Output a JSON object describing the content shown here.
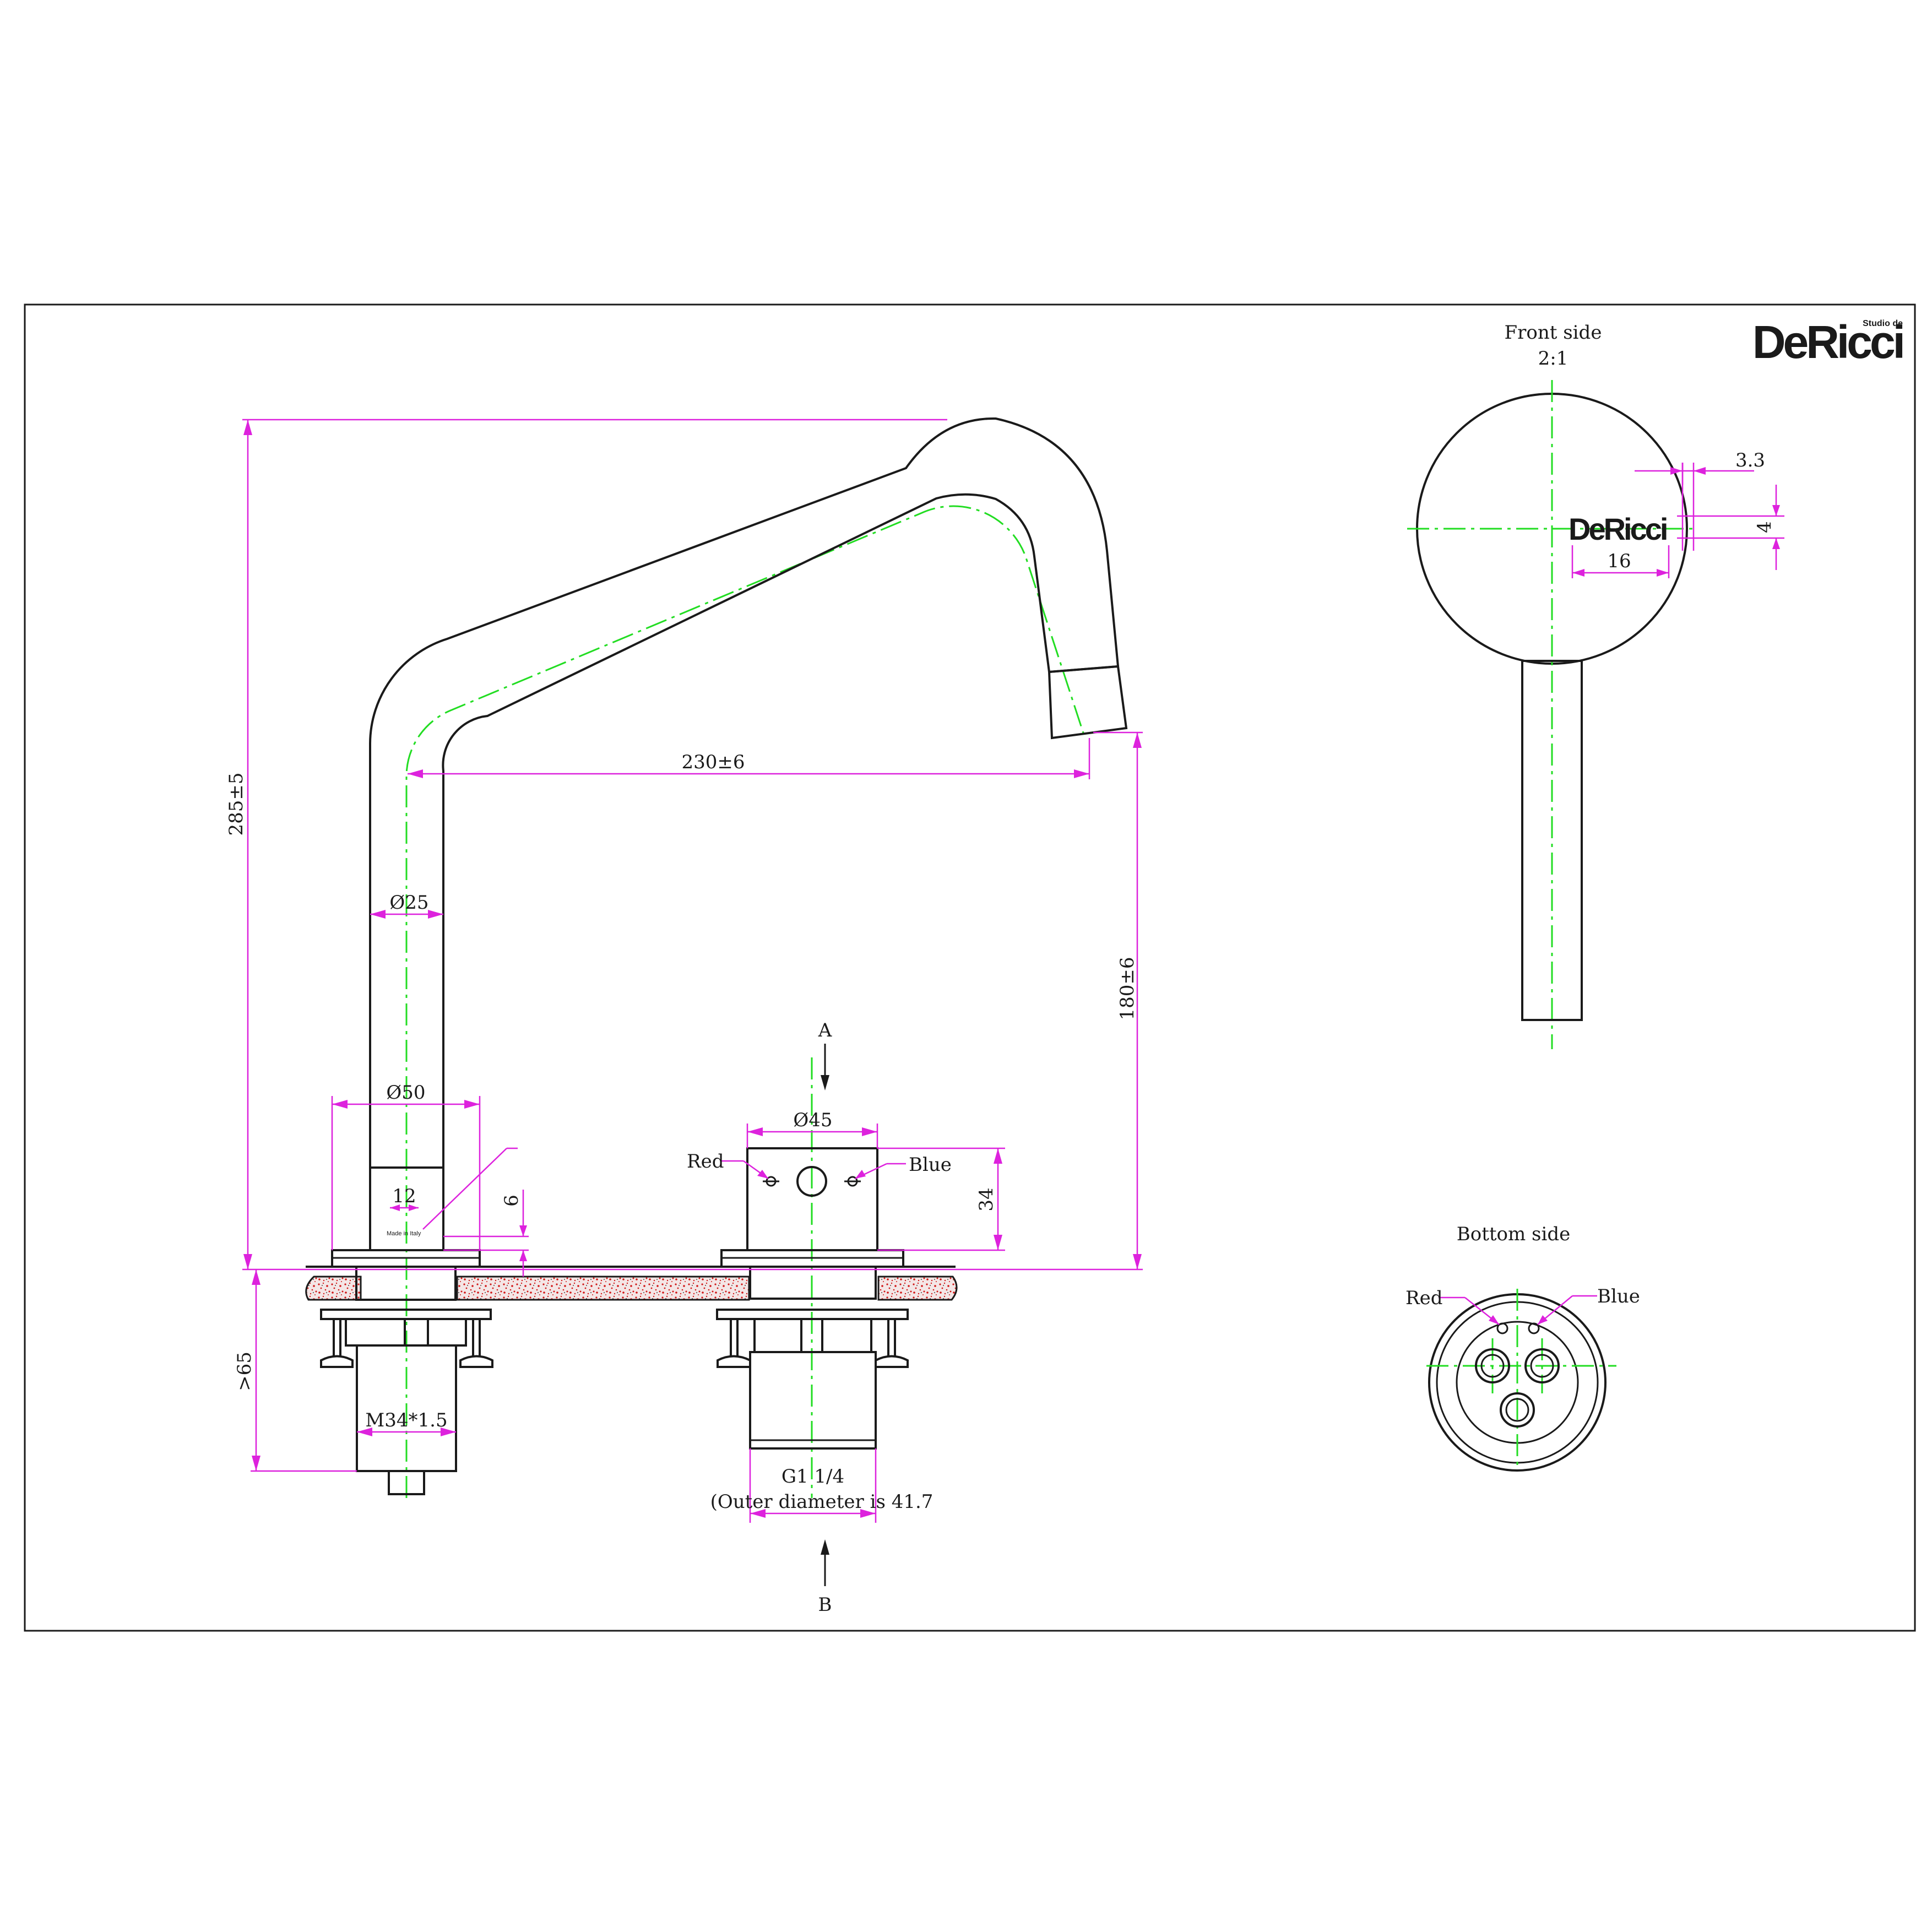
{
  "brand": {
    "name": "DeRicci",
    "tagline": "Studio de"
  },
  "views": {
    "front": {
      "title": "Front side",
      "scale": "2:1"
    },
    "bottom": {
      "title": "Bottom side"
    }
  },
  "section_markers": {
    "top": "A",
    "bottom": "B"
  },
  "dimensions": {
    "total_height": "285±5",
    "spout_reach": "230±6",
    "spout_height": "180±6",
    "spout_diameter": "Ø25",
    "base_diameter": "Ø50",
    "mark_offset": "12",
    "mark_height": "6",
    "below_deck": ">65",
    "thread_spout": "M34*1.5",
    "mixer_diameter": "Ø45",
    "mixer_height": "34",
    "thread_mixer": "G1 1/4",
    "thread_note": "(Outer diameter is 41.7",
    "logo_height": "3.3",
    "logo_text_height": "4",
    "logo_width": "16"
  },
  "labels": {
    "red": "Red",
    "blue": "Blue",
    "made_in": "Made in Italy"
  },
  "colors": {
    "outline": "#1a1a1a",
    "centerline": "#22dd22",
    "dimension": "#dd22dd",
    "counter_speckle": "#d01818"
  }
}
